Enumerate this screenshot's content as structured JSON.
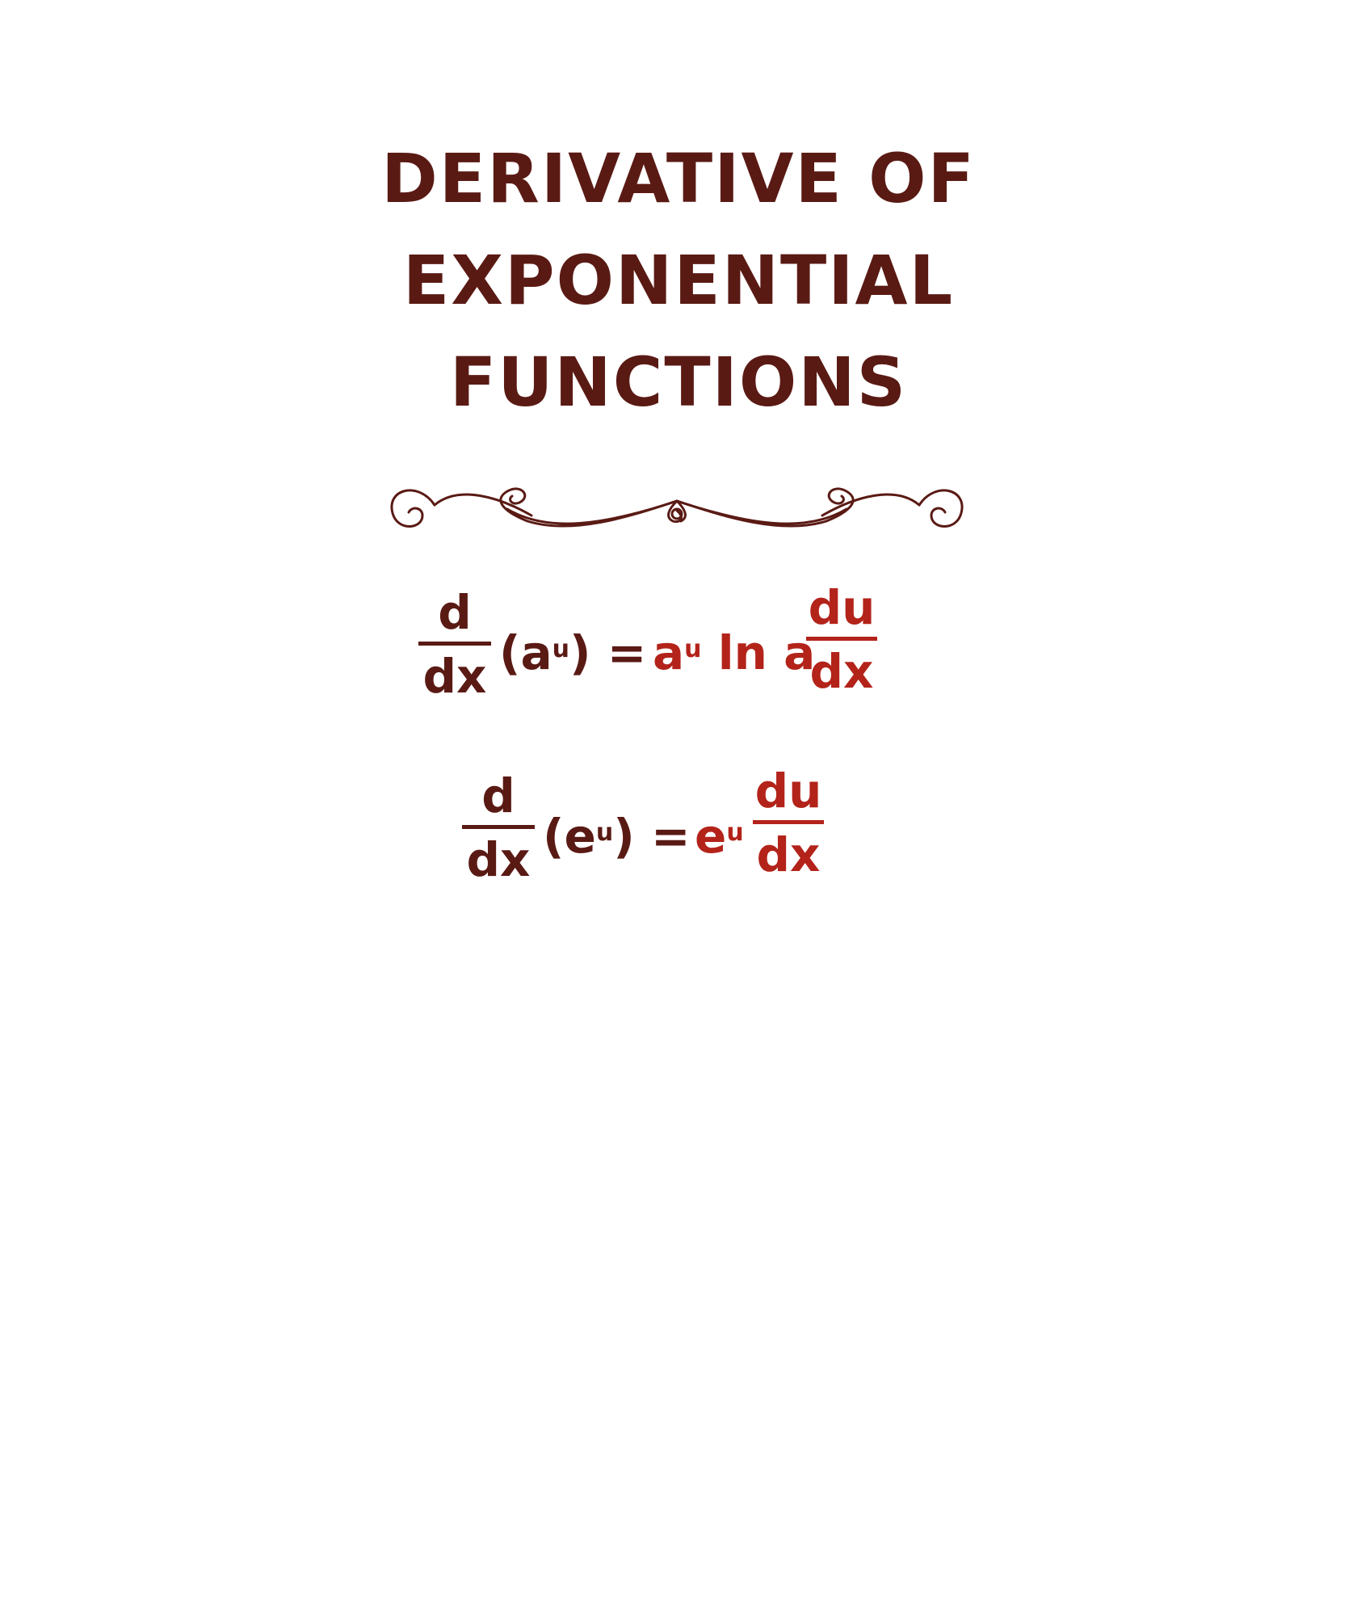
{
  "title": {
    "lines": [
      "DERIVATIVE OF",
      "EXPONENTIAL",
      "FUNCTIONS"
    ]
  },
  "colors": {
    "dark": "#5a1a14",
    "accent": "#b3231a",
    "background": "#ffffff"
  },
  "ornament": {
    "icon": "flourish-divider-icon"
  },
  "formulas": [
    {
      "lhs_num": "d",
      "lhs_den": "dx",
      "arg_open": "(",
      "arg_base": "a",
      "arg_exp": "u",
      "arg_close": ")",
      "equals": "=",
      "rhs_base": "a",
      "rhs_exp": "u",
      "rhs_mid": "ln a",
      "rhs_num": "du",
      "rhs_den": "dx"
    },
    {
      "lhs_num": "d",
      "lhs_den": "dx",
      "arg_open": "(",
      "arg_base": "e",
      "arg_exp": "u",
      "arg_close": ")",
      "equals": "=",
      "rhs_base": "e",
      "rhs_exp": "u",
      "rhs_mid": "",
      "rhs_num": "du",
      "rhs_den": "dx"
    }
  ]
}
